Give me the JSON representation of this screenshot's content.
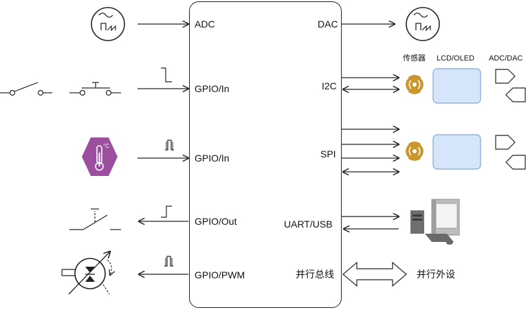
{
  "mcu": {
    "left_ports": {
      "adc": "ADC",
      "gpio_in_1": "GPIO/In",
      "gpio_in_2": "GPIO/In",
      "gpio_out": "GPIO/Out",
      "gpio_pwm": "GPIO/PWM"
    },
    "right_ports": {
      "dac": "DAC",
      "i2c": "I2C",
      "spi": "SPI",
      "uart_usb": "UART/USB",
      "parallel_bus": "并行总线"
    }
  },
  "peripheral_headers": {
    "sensor": "传感器",
    "display": "LCD/OLED",
    "converter": "ADC/DAC"
  },
  "parallel_peripheral": "并行外设",
  "sensor_badge_text": "°C",
  "colors": {
    "line": "#222222",
    "sensor_gold": "#c8962a",
    "display_fill": "#d6e6fa",
    "display_border": "#7fa6d6",
    "thermo_purple": "#9b4f9e",
    "monitor_gray": "#8e8e8e"
  }
}
